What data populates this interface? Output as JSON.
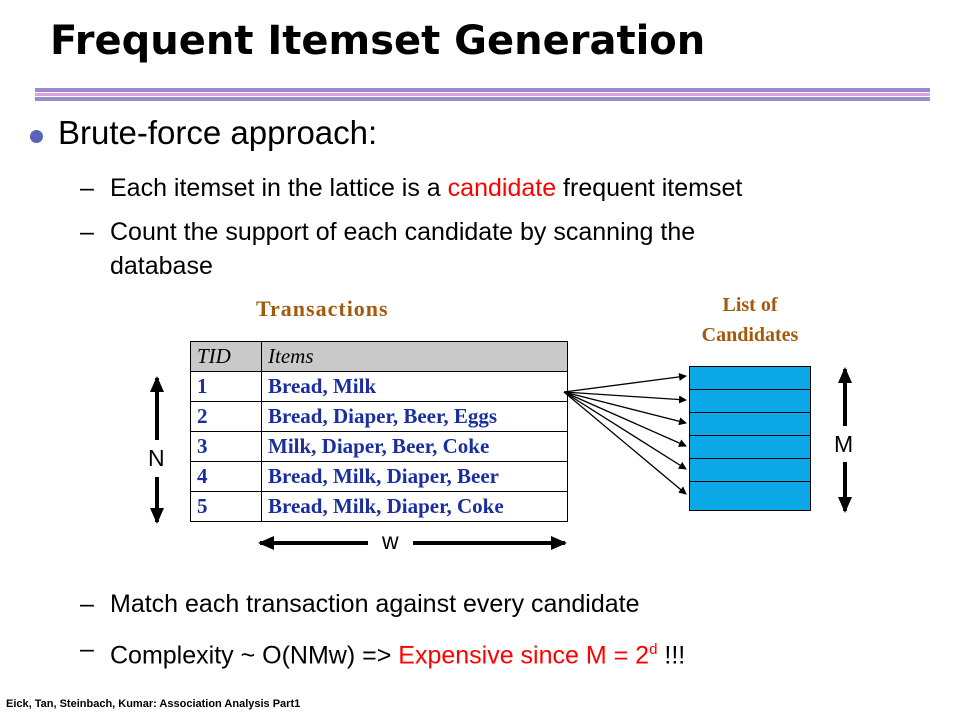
{
  "slide": {
    "title": "Frequent Itemset Generation",
    "bullet": "Brute-force approach:",
    "dash": "–",
    "sub1": {
      "pre": "Each itemset in the lattice is a ",
      "highlight": "candidate",
      "post": " frequent itemset"
    },
    "sub2": {
      "line1": "Count the support of each candidate by scanning the",
      "line2": "database"
    },
    "sub3": "Match each transaction against every candidate",
    "sub4": {
      "pre": "Complexity ~ O(NMw) => ",
      "highlight": "Expensive since M = 2",
      "sup": "d",
      "post": " !!!"
    },
    "footer": "Eick, Tan, Steinbach, Kumar: Association Analysis Part1"
  },
  "diagram": {
    "transactions_title": "Transactions",
    "candidates_title_line1": "List of",
    "candidates_title_line2": "Candidates",
    "table": {
      "headers": [
        "TID",
        "Items"
      ],
      "rows": [
        [
          "1",
          "Bread, Milk"
        ],
        [
          "2",
          "Bread, Diaper, Beer, Eggs"
        ],
        [
          "3",
          "Milk, Diaper, Beer, Coke"
        ],
        [
          "4",
          "Bread, Milk, Diaper, Beer"
        ],
        [
          "5",
          "Bread, Milk, Diaper, Coke"
        ]
      ]
    },
    "label_n": "N",
    "label_m": "M",
    "label_w": "w"
  },
  "colors": {
    "highlight": "#ff0000",
    "item_text": "#1a2e9e",
    "diagram_title": "#a35a0c",
    "candidate_fill": "#0ba8e8",
    "rule_purple": "#9b8ad0",
    "rule_pink": "#e0a0d8",
    "bullet": "#5a63b8"
  },
  "icons": {
    "bullet": "dot-bullet-icon"
  }
}
